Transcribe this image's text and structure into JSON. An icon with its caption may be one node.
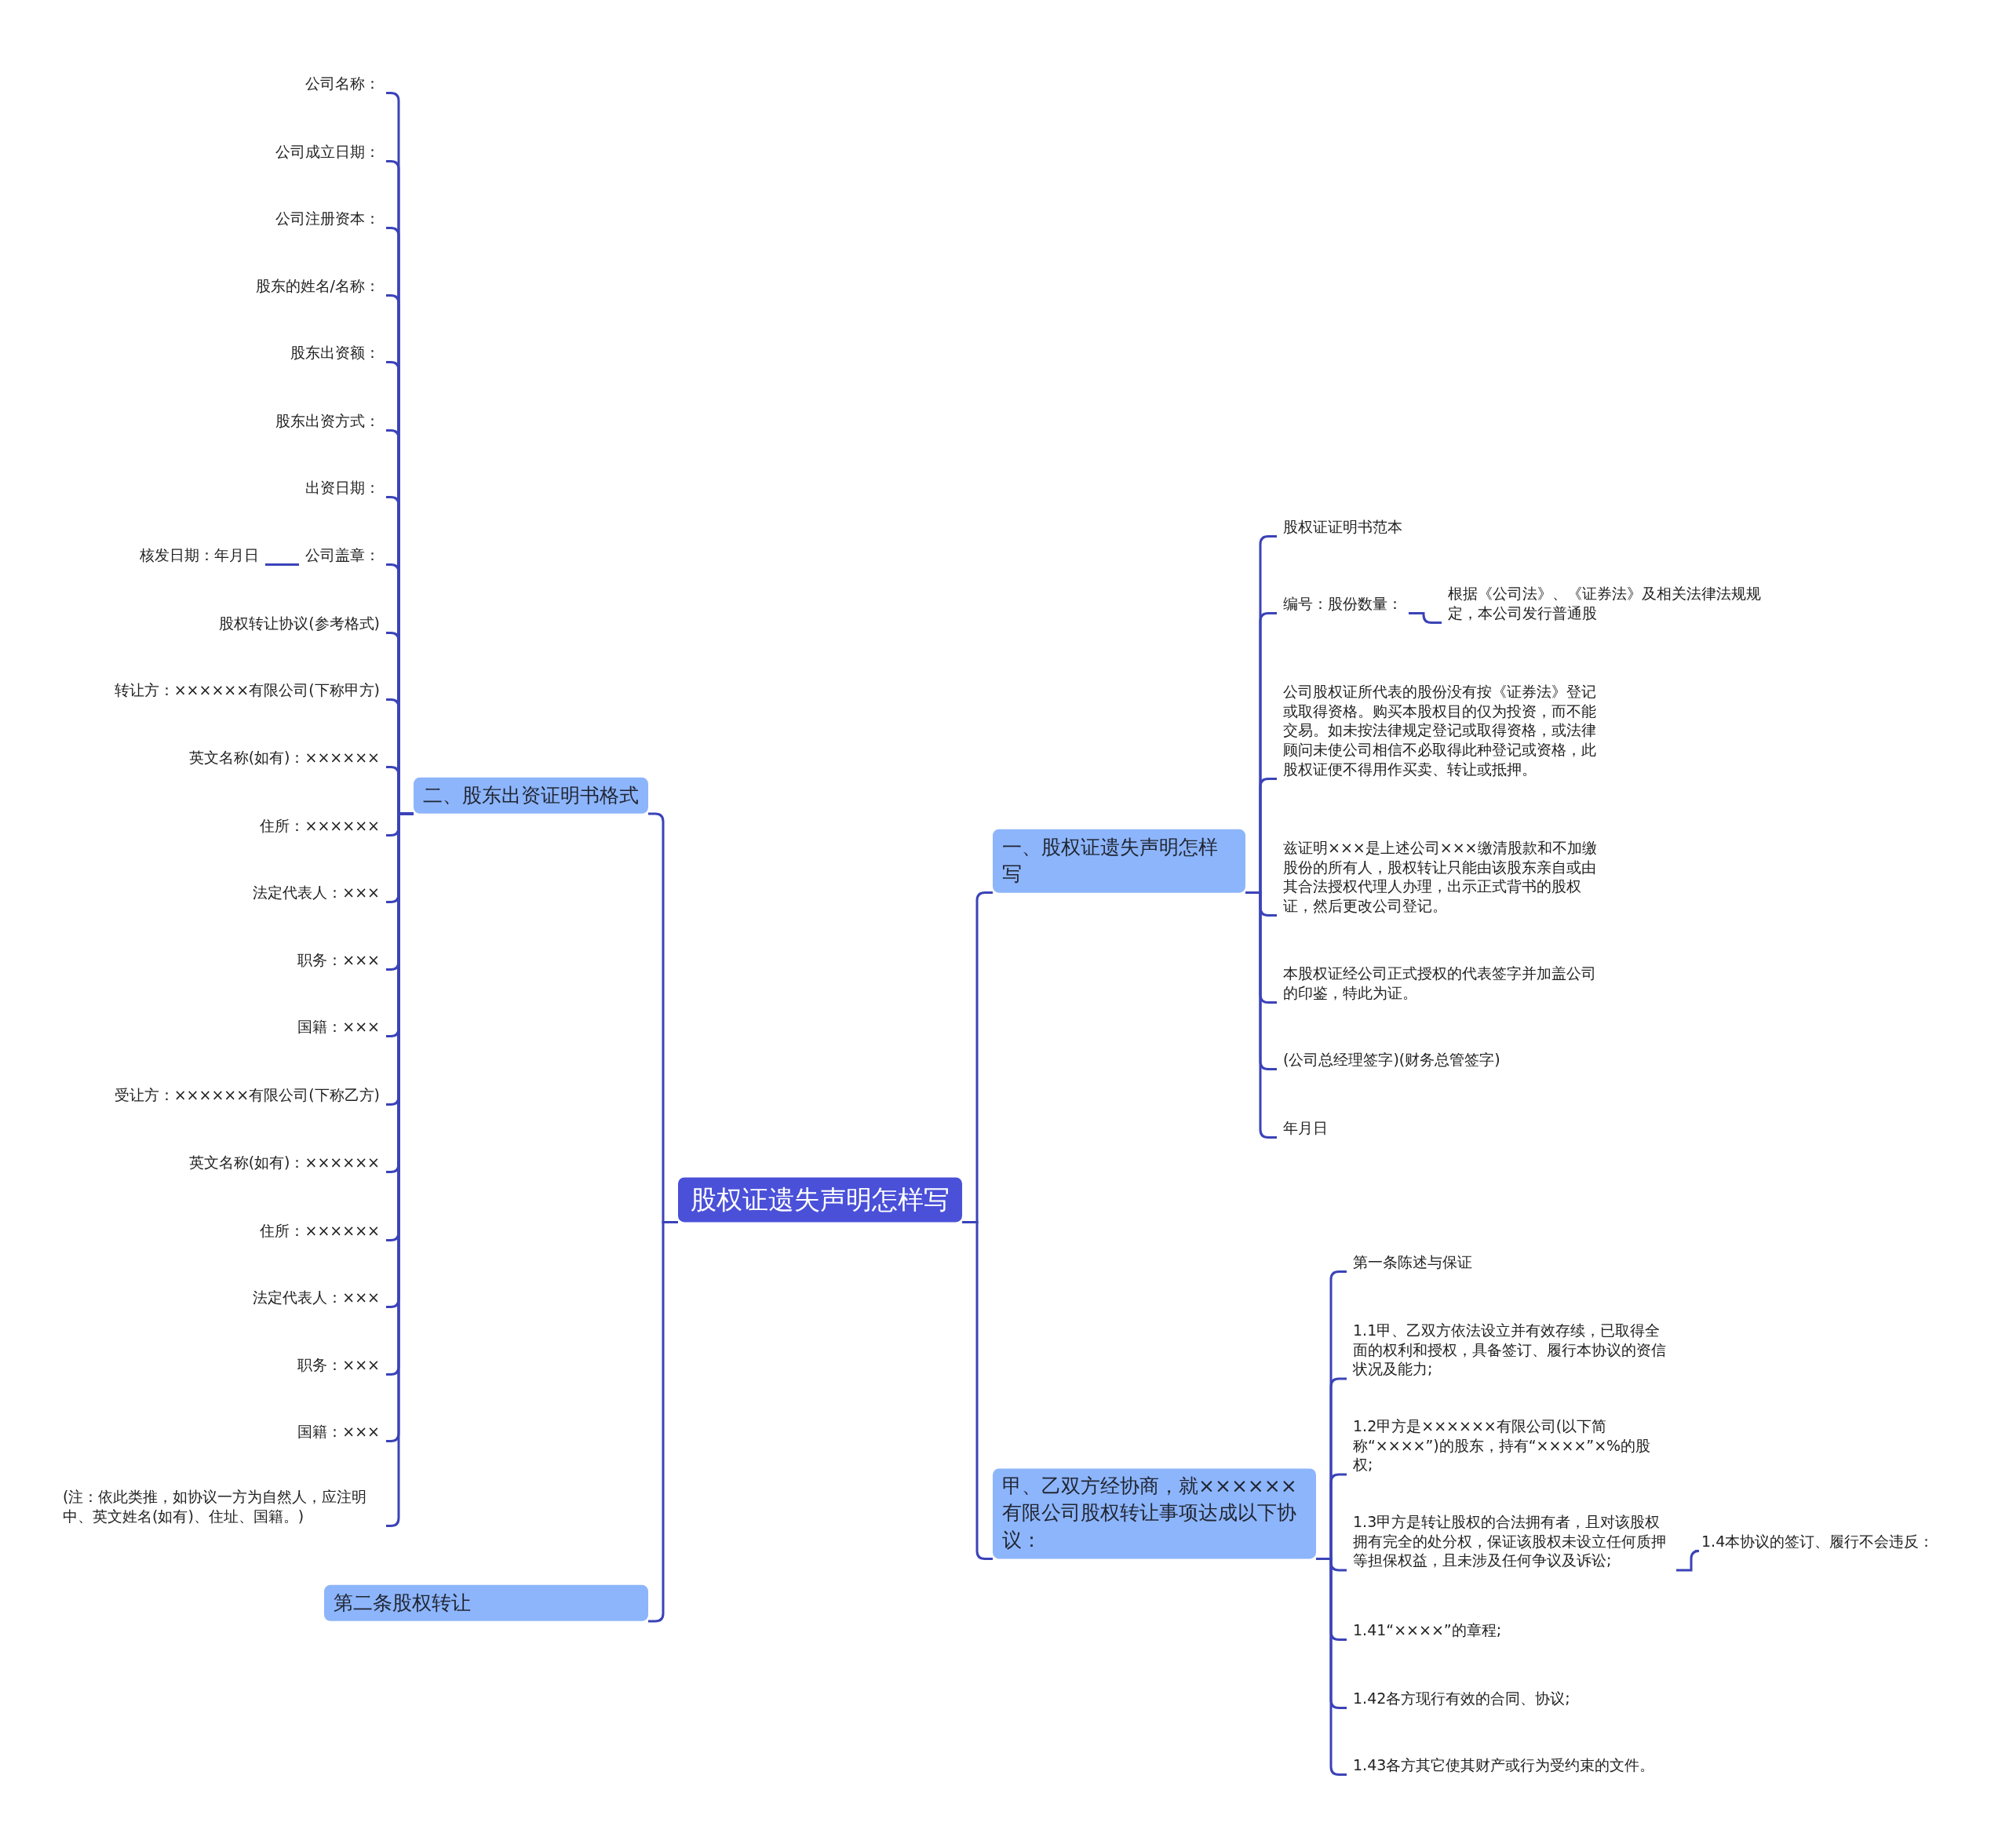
{
  "diagram": {
    "nodes": [
      {
        "text": [
          "股权证遗失声明怎样写"
        ]
      },
      {
        "text": [
          "二、股东出资证明书格式"
        ]
      },
      {
        "text": [
          "公司名称："
        ]
      },
      {
        "text": [
          "公司成立日期："
        ]
      },
      {
        "text": [
          "公司注册资本："
        ]
      },
      {
        "text": [
          "股东的姓名/名称："
        ]
      },
      {
        "text": [
          "股东出资额："
        ]
      },
      {
        "text": [
          "股东出资方式："
        ]
      },
      {
        "text": [
          "出资日期："
        ]
      },
      {
        "text": [
          "公司盖章："
        ]
      },
      {
        "text": [
          "股权转让协议(参考格式)"
        ]
      },
      {
        "text": [
          "转让方：××××××有限公司(下称甲方)"
        ]
      },
      {
        "text": [
          "英文名称(如有)：××××××"
        ]
      },
      {
        "text": [
          "住所：××××××"
        ]
      },
      {
        "text": [
          "法定代表人：×××"
        ]
      },
      {
        "text": [
          "职务：×××"
        ]
      },
      {
        "text": [
          "国籍：×××"
        ]
      },
      {
        "text": [
          "受让方：××××××有限公司(下称乙方)"
        ]
      },
      {
        "text": [
          "英文名称(如有)：××××××"
        ]
      },
      {
        "text": [
          "住所：××××××"
        ]
      },
      {
        "text": [
          "法定代表人：×××"
        ]
      },
      {
        "text": [
          "职务：×××"
        ]
      },
      {
        "text": [
          "国籍：×××"
        ]
      },
      {
        "text": [
          "(注：依此类推，如协议一方为自然人，应注明中、英文姓名(如有)、住址、国籍。)"
        ]
      },
      {
        "text": [
          "核发日期：年月日"
        ]
      },
      {
        "text": [
          "第二条股权转让"
        ]
      },
      {
        "text": [
          "一、股权证遗失声明怎样写"
        ]
      },
      {
        "text": [
          "股权证证明书范本"
        ]
      },
      {
        "text": [
          "编号：股份数量："
        ]
      },
      {
        "text": [
          "公司股权证所代表的股份没有按《证券法》登记或取得资格。购买本股权目的仅为投资，而不能交易。如未按法律规定登记或取得资格，或法律顾问未使公司相信不必取得此种登记或资格，此股权证便不得用作买卖、转让或抵押。"
        ]
      },
      {
        "text": [
          "兹证明×××是上述公司×××缴清股款和不加缴股份的所有人，股权转让只能由该股东亲自或由其合法授权代理人办理，出示正式背书的股权证，然后更改公司登记。"
        ]
      },
      {
        "text": [
          "本股权证经公司正式授权的代表签字并加盖公司的印鉴，特此为证。"
        ]
      },
      {
        "text": [
          "(公司总经理签字)(财务总管签字)"
        ]
      },
      {
        "text": [
          "年月日"
        ]
      },
      {
        "text": [
          "根据《公司法》、《证券法》及相关法律法规规定，本公司发行普通股"
        ]
      },
      {
        "text": [
          "甲、乙双方经协商，就××××××有限公司股权转让事项达成以下协议："
        ]
      },
      {
        "text": [
          "第一条陈述与保证"
        ]
      },
      {
        "text": [
          "1.1甲、乙双方依法设立并有效存续，已取得全面的权利和授权，具备签订、履行本协议的资信状况及能力;"
        ]
      },
      {
        "text": [
          "1.2甲方是××××××有限公司(以下简称“××××”)的股东，持有“××××”×%的股权;"
        ]
      },
      {
        "text": [
          "1.3甲方是转让股权的合法拥有者，且对该股权拥有完全的处分权，保证该股权未设立任何质押等担保权益，且未涉及任何争议及诉讼;"
        ]
      },
      {
        "text": [
          "1.41“××××”的章程;"
        ]
      },
      {
        "text": [
          "1.42各方现行有效的合同、协议;"
        ]
      },
      {
        "text": [
          "1.43各方其它使其财产或行为受约束的文件。"
        ]
      },
      {
        "text": [
          "1.4本协议的签订、履行不会违反："
        ]
      }
    ],
    "edges": [
      {
        "from": 0,
        "to": 1,
        "arrow": "none"
      },
      {
        "from": 0,
        "to": 25,
        "arrow": "none"
      },
      {
        "from": 0,
        "to": 26,
        "arrow": "none"
      },
      {
        "from": 0,
        "to": 35,
        "arrow": "none"
      },
      {
        "from": 1,
        "to": 2,
        "arrow": "none"
      },
      {
        "from": 1,
        "to": 3,
        "arrow": "none"
      },
      {
        "from": 1,
        "to": 4,
        "arrow": "none"
      },
      {
        "from": 1,
        "to": 5,
        "arrow": "none"
      },
      {
        "from": 1,
        "to": 6,
        "arrow": "none"
      },
      {
        "from": 1,
        "to": 7,
        "arrow": "none"
      },
      {
        "from": 1,
        "to": 8,
        "arrow": "none"
      },
      {
        "from": 1,
        "to": 9,
        "arrow": "none"
      },
      {
        "from": 1,
        "to": 10,
        "arrow": "none"
      },
      {
        "from": 1,
        "to": 11,
        "arrow": "none"
      },
      {
        "from": 1,
        "to": 12,
        "arrow": "none"
      },
      {
        "from": 1,
        "to": 13,
        "arrow": "none"
      },
      {
        "from": 1,
        "to": 14,
        "arrow": "none"
      },
      {
        "from": 1,
        "to": 15,
        "arrow": "none"
      },
      {
        "from": 1,
        "to": 16,
        "arrow": "none"
      },
      {
        "from": 1,
        "to": 17,
        "arrow": "none"
      },
      {
        "from": 1,
        "to": 18,
        "arrow": "none"
      },
      {
        "from": 1,
        "to": 19,
        "arrow": "none"
      },
      {
        "from": 1,
        "to": 20,
        "arrow": "none"
      },
      {
        "from": 1,
        "to": 21,
        "arrow": "none"
      },
      {
        "from": 1,
        "to": 22,
        "arrow": "none"
      },
      {
        "from": 1,
        "to": 23,
        "arrow": "none"
      },
      {
        "from": 9,
        "to": 24,
        "arrow": "none"
      },
      {
        "from": 26,
        "to": 27,
        "arrow": "none"
      },
      {
        "from": 26,
        "to": 28,
        "arrow": "none"
      },
      {
        "from": 26,
        "to": 29,
        "arrow": "none"
      },
      {
        "from": 26,
        "to": 30,
        "arrow": "none"
      },
      {
        "from": 26,
        "to": 31,
        "arrow": "none"
      },
      {
        "from": 26,
        "to": 32,
        "arrow": "none"
      },
      {
        "from": 26,
        "to": 33,
        "arrow": "none"
      },
      {
        "from": 28,
        "to": 34,
        "arrow": "none"
      },
      {
        "from": 35,
        "to": 36,
        "arrow": "none"
      },
      {
        "from": 35,
        "to": 37,
        "arrow": "none"
      },
      {
        "from": 35,
        "to": 38,
        "arrow": "none"
      },
      {
        "from": 35,
        "to": 39,
        "arrow": "none"
      },
      {
        "from": 35,
        "to": 40,
        "arrow": "none"
      },
      {
        "from": 35,
        "to": 41,
        "arrow": "none"
      },
      {
        "from": 35,
        "to": 42,
        "arrow": "none"
      },
      {
        "from": 39,
        "to": 43,
        "arrow": "none"
      }
    ]
  }
}
